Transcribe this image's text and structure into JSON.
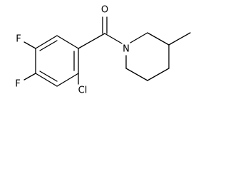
{
  "structure": {
    "atom_labels": {
      "oxygen": "O",
      "nitrogen": "N",
      "fluorine_upper": "F",
      "fluorine_lower": "F",
      "chlorine": "Cl"
    }
  }
}
